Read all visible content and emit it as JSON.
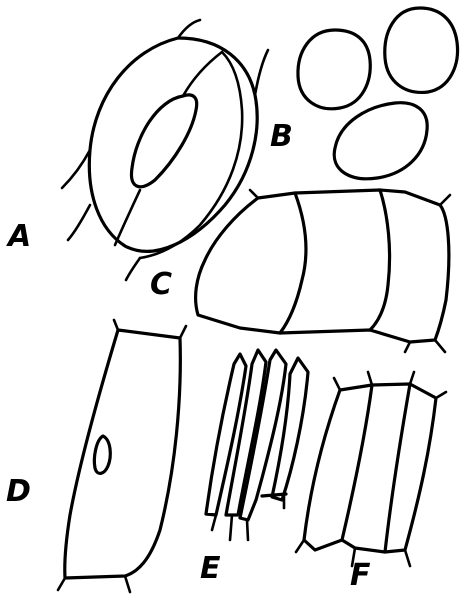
{
  "figure": {
    "labels": {
      "a": "A",
      "b": "B",
      "c": "C",
      "d": "D",
      "e": "E",
      "f": "F"
    }
  },
  "colors": {
    "ink": "#000000",
    "paper": "#ffffff"
  }
}
